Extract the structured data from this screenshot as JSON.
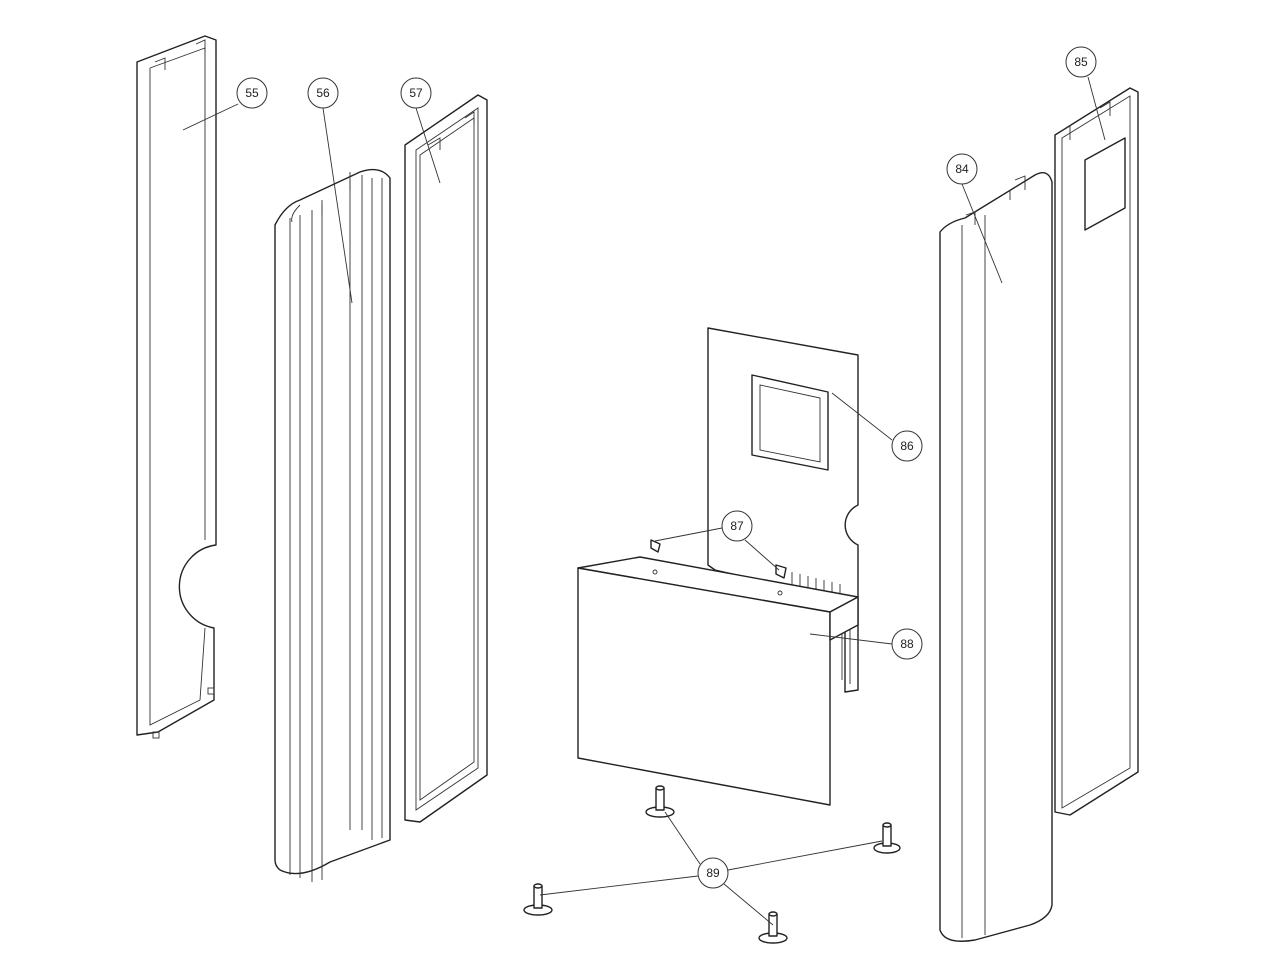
{
  "diagram": {
    "callouts": {
      "c55": "55",
      "c56": "56",
      "c57": "57",
      "c84": "84",
      "c85": "85",
      "c86": "86",
      "c87": "87",
      "c88": "88",
      "c89": "89"
    }
  }
}
